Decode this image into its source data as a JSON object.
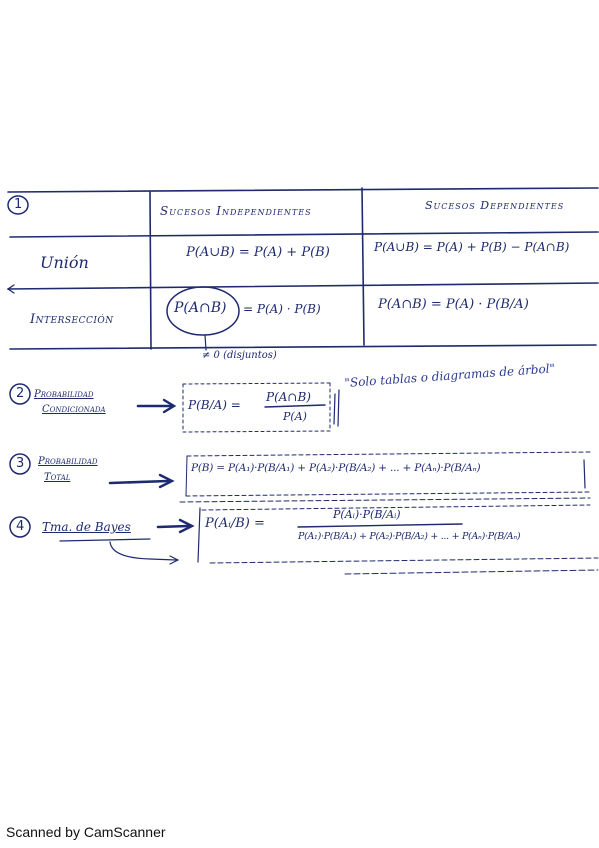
{
  "section1": {
    "number": "1",
    "col_independent": "Sucesos Independientes",
    "col_dependent": "Sucesos Dependientes",
    "row_union": "Unión",
    "row_intersection": "Intersección",
    "union_indep": "P(A∪B) = P(A) + P(B)",
    "union_dep": "P(A∪B) = P(A) + P(B) − P(A∩B)",
    "inter_indep_circle": "P(A∩B)",
    "inter_indep_rest": "= P(A) · P(B)",
    "inter_dep": "P(A∩B) = P(A) · P(B/A)",
    "note": "≠ 0 (disjuntos)"
  },
  "section2": {
    "number": "2",
    "label_line1": "Probabilidad",
    "label_line2": "Condicionada",
    "lhs": "P(B/A) =",
    "numerator": "P(A∩B)",
    "denominator": "P(A)",
    "comment": "\"Solo tablas o diagramas de árbol\""
  },
  "section3": {
    "number": "3",
    "label_line1": "Probabilidad",
    "label_line2": "Total",
    "formula": "P(B) = P(A₁)·P(B/A₁) + P(A₂)·P(B/A₂) + ... + P(Aₙ)·P(B/Aₙ)"
  },
  "section4": {
    "number": "4",
    "label": "Tma. de Bayes",
    "lhs": "P(Aᵢ/B) =",
    "numerator": "P(Aᵢ)·P(B/Aᵢ)",
    "denominator": "P(A₁)·P(B/A₁) + P(A₂)·P(B/A₂) + ... + P(Aₙ)·P(B/Aₙ)"
  },
  "footer": "Scanned by CamScanner"
}
